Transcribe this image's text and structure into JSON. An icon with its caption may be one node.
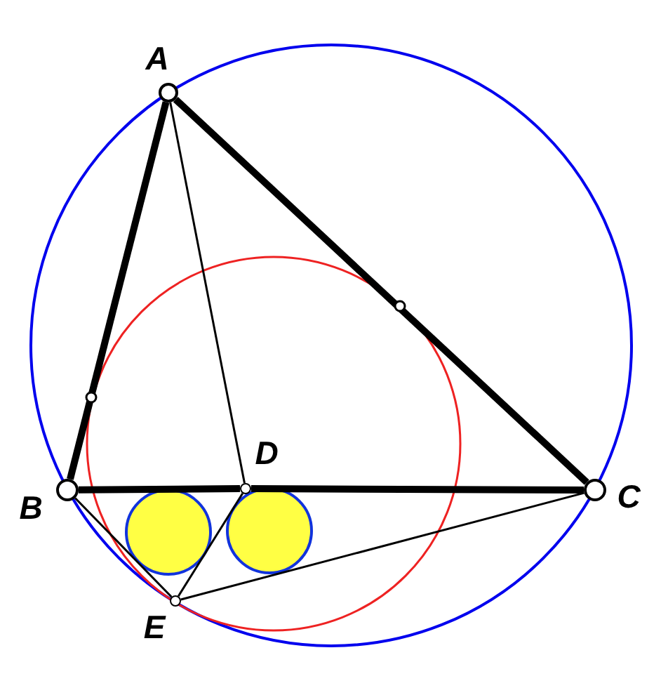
{
  "diagram": {
    "nodes": [
      {
        "text": [],
        "shape": "circle",
        "beside": [
          "A"
        ]
      },
      {
        "text": [],
        "shape": "circle",
        "beside": [
          "B"
        ]
      },
      {
        "text": [],
        "shape": "circle",
        "beside": [
          "C"
        ]
      },
      {
        "text": [],
        "shape": "circle",
        "beside": [
          "D"
        ]
      },
      {
        "text": [],
        "shape": "circle",
        "beside": [
          "E"
        ]
      }
    ],
    "edges": [
      {
        "from": 0,
        "to": 1,
        "arrow": "none",
        "style": "thick"
      },
      {
        "from": 0,
        "to": 2,
        "arrow": "none",
        "style": "thick"
      },
      {
        "from": 1,
        "to": 3,
        "arrow": "none",
        "style": "thick"
      },
      {
        "from": 3,
        "to": 2,
        "arrow": "none",
        "style": "thick"
      },
      {
        "from": 0,
        "to": 3,
        "arrow": "none"
      },
      {
        "from": 3,
        "to": 4,
        "arrow": "none"
      },
      {
        "from": 1,
        "to": 4,
        "arrow": "none"
      },
      {
        "from": 4,
        "to": 2,
        "arrow": "none"
      }
    ]
  }
}
